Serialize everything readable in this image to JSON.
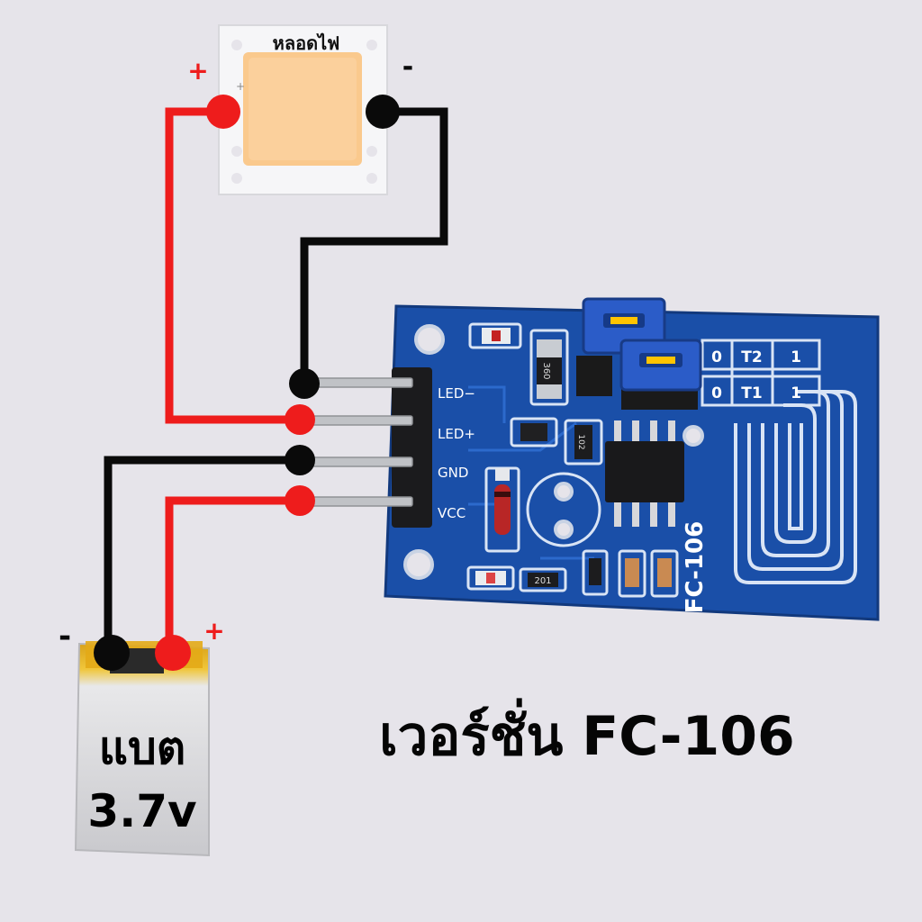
{
  "lamp": {
    "label": "หลอดไฟ",
    "plus": "+",
    "minus": "-"
  },
  "board": {
    "model": "FC-106",
    "pins": [
      "LED−",
      "LED+",
      "GND",
      "VCC"
    ],
    "pad_grid": [
      [
        "0",
        "T2",
        "1"
      ],
      [
        "0",
        "T1",
        "1"
      ]
    ],
    "chip_marks": {
      "diode": "360",
      "resistor_1": "102",
      "resistor_2": "201"
    }
  },
  "battery": {
    "line1": "แบต",
    "line2": "3.7v",
    "plus": "+",
    "minus": "-"
  },
  "headline": "เวอร์ชั่น FC-106",
  "colors": {
    "positive_wire": "#ee1c1c",
    "negative_wire": "#0a0a0a",
    "pcb": "#1a4fa8",
    "led": "#fac98d"
  }
}
